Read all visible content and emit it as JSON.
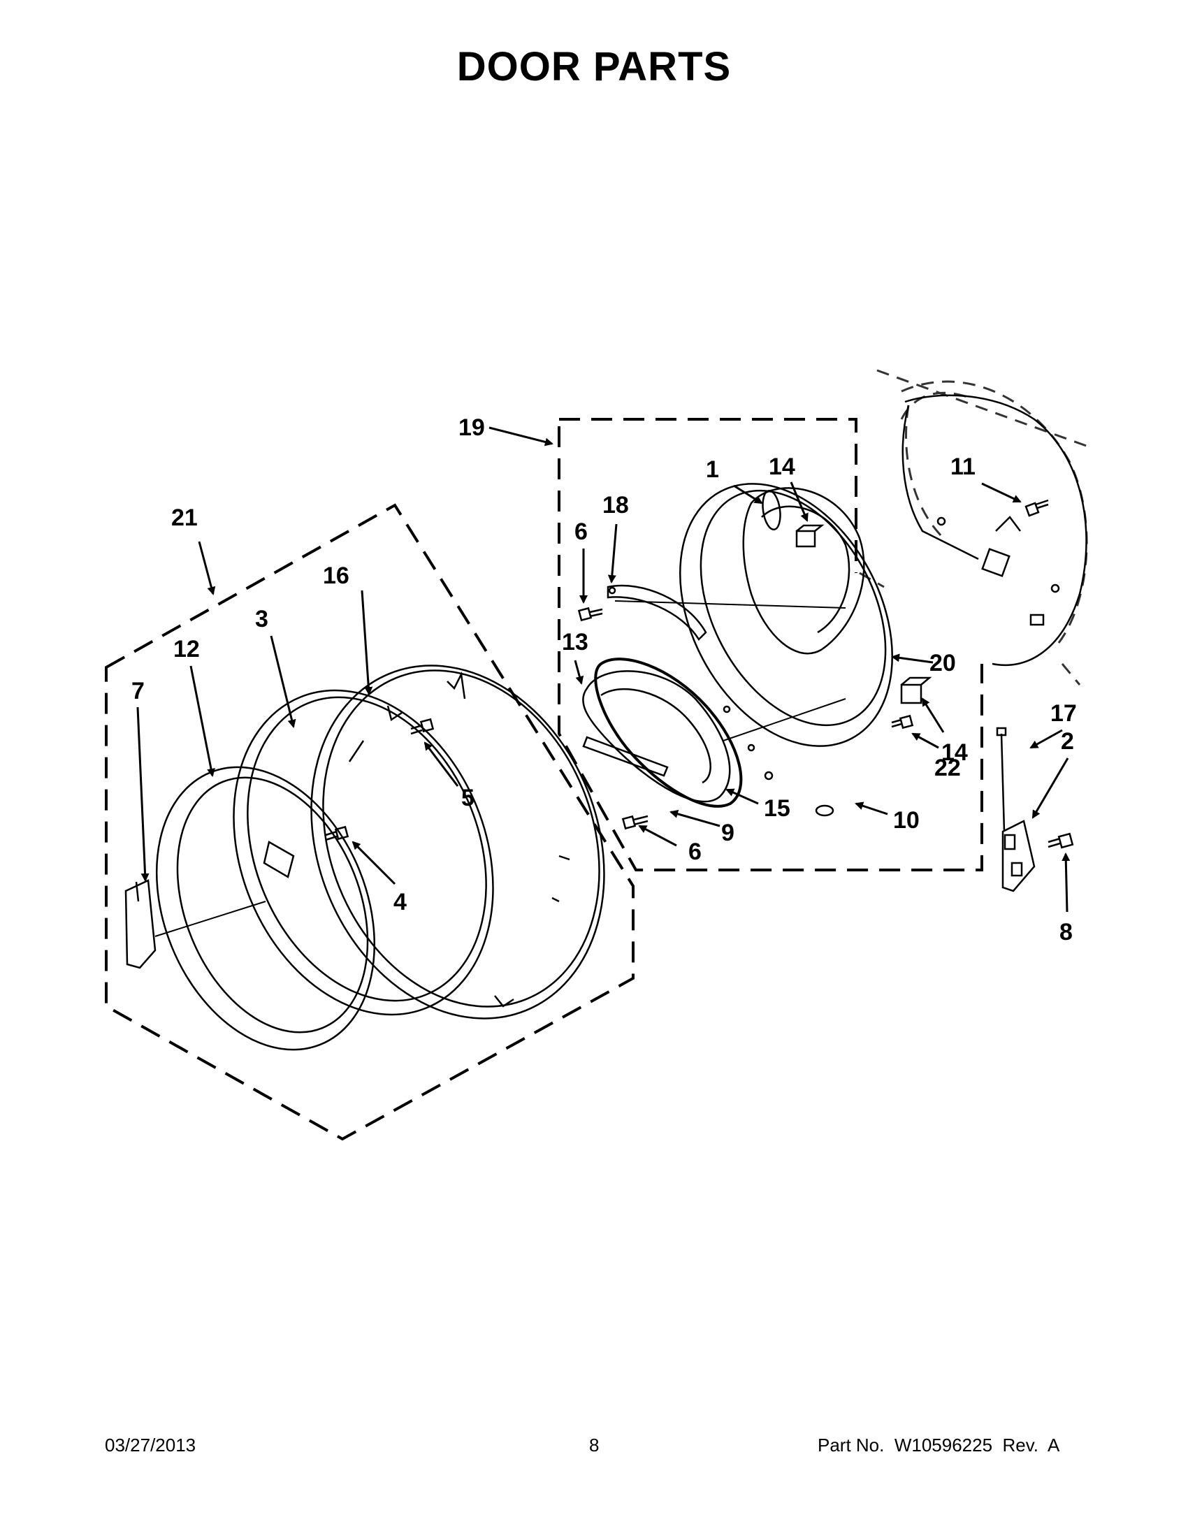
{
  "page": {
    "title": "DOOR PARTS"
  },
  "callouts": [
    {
      "id": "21",
      "label": "21"
    },
    {
      "id": "19",
      "label": "19"
    },
    {
      "id": "1",
      "label": "1"
    },
    {
      "id": "14a",
      "label": "14"
    },
    {
      "id": "11",
      "label": "11"
    },
    {
      "id": "18",
      "label": "18"
    },
    {
      "id": "6a",
      "label": "6"
    },
    {
      "id": "16",
      "label": "16"
    },
    {
      "id": "3",
      "label": "3"
    },
    {
      "id": "12",
      "label": "12"
    },
    {
      "id": "13",
      "label": "13"
    },
    {
      "id": "7",
      "label": "7"
    },
    {
      "id": "20",
      "label": "20"
    },
    {
      "id": "17",
      "label": "17"
    },
    {
      "id": "2",
      "label": "2"
    },
    {
      "id": "14b",
      "label": "14"
    },
    {
      "id": "22",
      "label": "22"
    },
    {
      "id": "5",
      "label": "5"
    },
    {
      "id": "15",
      "label": "15"
    },
    {
      "id": "10",
      "label": "10"
    },
    {
      "id": "9",
      "label": "9"
    },
    {
      "id": "4",
      "label": "4"
    },
    {
      "id": "6b",
      "label": "6"
    },
    {
      "id": "8",
      "label": "8"
    }
  ],
  "footer": {
    "date": "03/27/2013",
    "page_number": "8",
    "part_number": "Part No.  W10596225  Rev.  A"
  }
}
